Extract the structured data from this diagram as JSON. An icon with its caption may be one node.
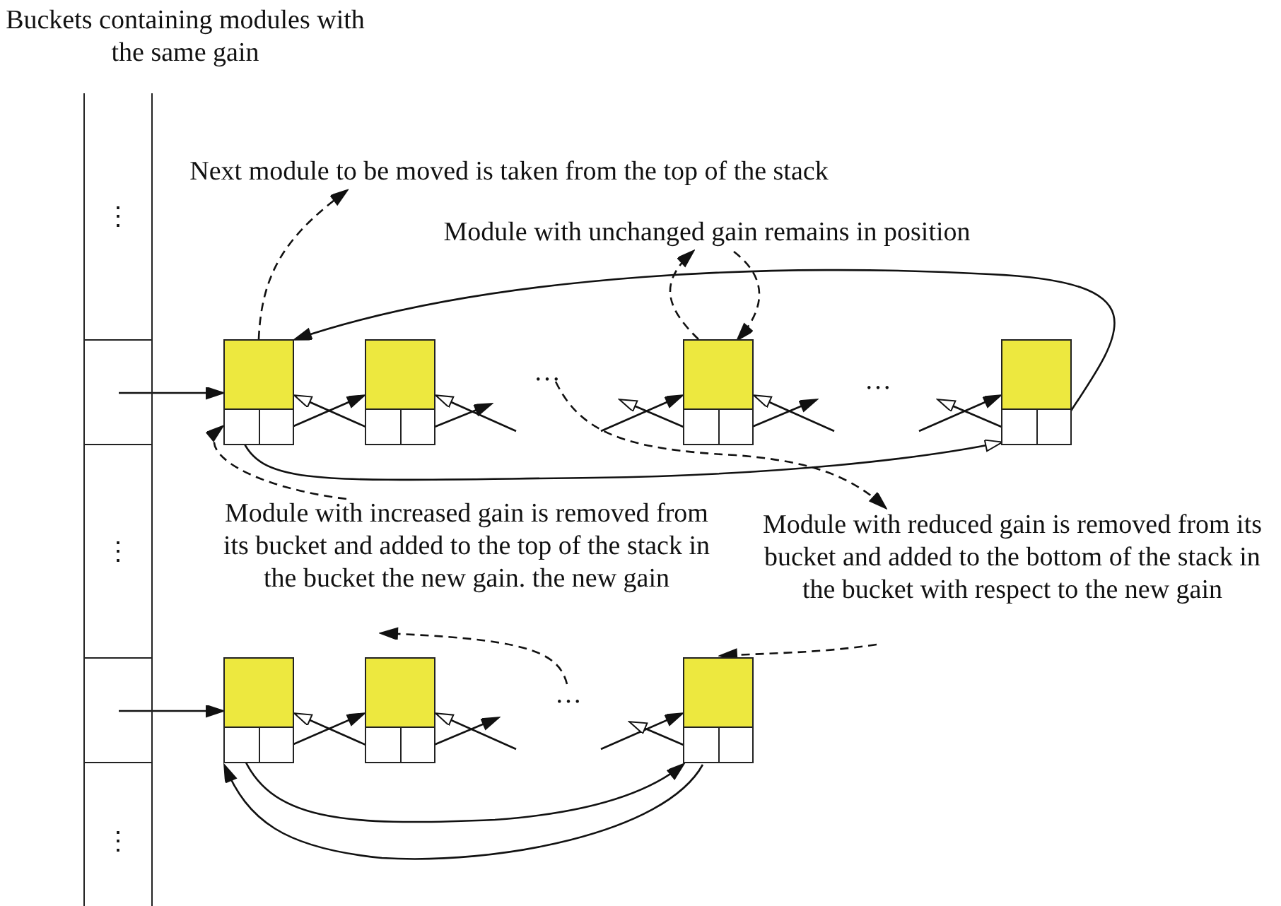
{
  "diagram": {
    "nodes": [
      {
        "text": [
          "⋮"
        ]
      },
      {
        "text": [],
        "shape": "box"
      },
      {
        "text": [
          "⋮"
        ]
      },
      {
        "text": [],
        "shape": "box"
      },
      {
        "text": [
          "⋮"
        ]
      },
      {
        "text": [
          "Next module to be moved is taken from the top of the stack"
        ]
      },
      {
        "text": [
          "Module with unchanged gain remains in position"
        ]
      },
      {
        "text": [],
        "shape": "box"
      },
      {
        "text": [],
        "shape": "box"
      },
      {
        "text": [
          "…"
        ]
      },
      {
        "text": [],
        "shape": "box"
      },
      {
        "text": [
          "…"
        ]
      },
      {
        "text": [],
        "shape": "box"
      },
      {
        "text": [
          "Module with reduced gain is removed from its bucket and added to the bottom of the stack in the bucket with respect to the new gain"
        ]
      },
      {
        "text": [
          "Module with increased gain is removed from its bucket and added to the top of the stack in the bucket the new gain. the new gain"
        ]
      },
      {
        "text": [],
        "shape": "box"
      },
      {
        "text": [],
        "shape": "box"
      },
      {
        "text": [
          "…"
        ]
      },
      {
        "text": [],
        "shape": "box"
      }
    ],
    "edges": [
      {
        "from": 1,
        "to": 7,
        "arrow": "to"
      },
      {
        "from": 3,
        "to": 15,
        "arrow": "to"
      },
      {
        "from": 7,
        "to": 5,
        "arrow": "to",
        "style": "dashed"
      },
      {
        "from": 10,
        "to": 6,
        "arrow": "to",
        "style": "dashed"
      },
      {
        "from": 6,
        "to": 10,
        "arrow": "to",
        "style": "dashed"
      },
      {
        "from": 12,
        "to": 7,
        "arrow": "to"
      },
      {
        "from": 7,
        "to": 12,
        "arrow": "to"
      },
      {
        "from": 7,
        "to": 8,
        "arrow": "to"
      },
      {
        "from": 8,
        "to": 7,
        "arrow": "to"
      },
      {
        "from": 8,
        "to": null,
        "arrow": "to"
      },
      {
        "from": null,
        "to": 8,
        "arrow": "to"
      },
      {
        "from": null,
        "to": 10,
        "arrow": "to"
      },
      {
        "from": 10,
        "to": null,
        "arrow": "to"
      },
      {
        "from": 10,
        "to": null,
        "arrow": "to"
      },
      {
        "from": null,
        "to": 10,
        "arrow": "to"
      },
      {
        "from": null,
        "to": 12,
        "arrow": "to"
      },
      {
        "from": 12,
        "to": null,
        "arrow": "to"
      },
      {
        "from": 9,
        "to": 13,
        "arrow": "to",
        "style": "dashed"
      },
      {
        "from": 13,
        "to": 18,
        "arrow": "to",
        "style": "dashed"
      },
      {
        "from": 17,
        "to": 14,
        "arrow": "to",
        "style": "dashed"
      },
      {
        "from": 14,
        "to": 7,
        "arrow": "to",
        "style": "dashed"
      },
      {
        "from": 15,
        "to": 16,
        "arrow": "to"
      },
      {
        "from": 16,
        "to": 15,
        "arrow": "to"
      },
      {
        "from": 16,
        "to": null,
        "arrow": "to"
      },
      {
        "from": null,
        "to": 16,
        "arrow": "to"
      },
      {
        "from": null,
        "to": 18,
        "arrow": "to"
      },
      {
        "from": 18,
        "to": null,
        "arrow": "to"
      },
      {
        "from": 15,
        "to": 18,
        "arrow": "to"
      },
      {
        "from": 18,
        "to": 15,
        "arrow": "to"
      }
    ],
    "labels": [
      "Buckets containing modules with the same gain"
    ]
  }
}
